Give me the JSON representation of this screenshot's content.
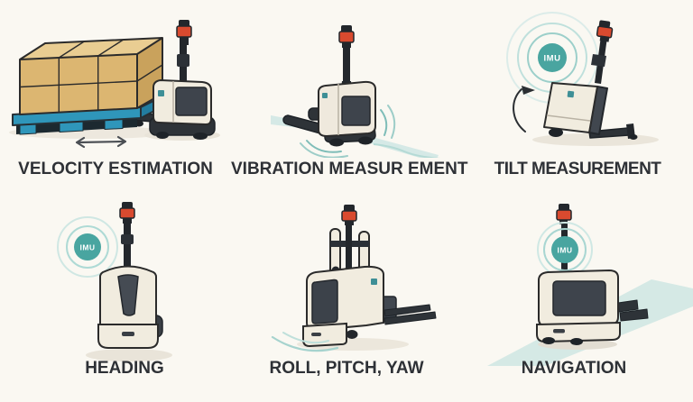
{
  "page": {
    "background_color": "#faf8f2",
    "label_color": "#2e3136"
  },
  "colors": {
    "accent_teal": "#49a5a0",
    "ring_teal": "#a9d6d2",
    "beacon_red": "#d94a2f",
    "body_cream": "#f1ecdf",
    "outline_dark": "#2b2b2b",
    "panel_gray": "#3e444c",
    "box_tan": "#dcb671",
    "pallet_blue": "#2f96ba",
    "ground_teal": "#cfe7e3"
  },
  "imu_badge_label": "IMU",
  "cells": [
    {
      "label": "VELOCITY ESTIMATION",
      "icon": "pallet-truck-pulling-loaded-pallet-with-motion-arrow"
    },
    {
      "label": "VIBRATION MEASUR EMENT",
      "icon": "pallet-truck-with-vibration-waves"
    },
    {
      "label": "TILT MEASUREMENT",
      "icon": "tilted-pallet-truck-with-imu-badge-and-rotation-arrow"
    },
    {
      "label": "HEADING",
      "icon": "robot-rear-view-with-imu-badge"
    },
    {
      "label": "ROLL, PITCH, YAW",
      "icon": "forklift-with-mast-and-sway-arcs"
    },
    {
      "label": "NAVIGATION",
      "icon": "robot-on-teal-path-with-imu-badge"
    }
  ]
}
